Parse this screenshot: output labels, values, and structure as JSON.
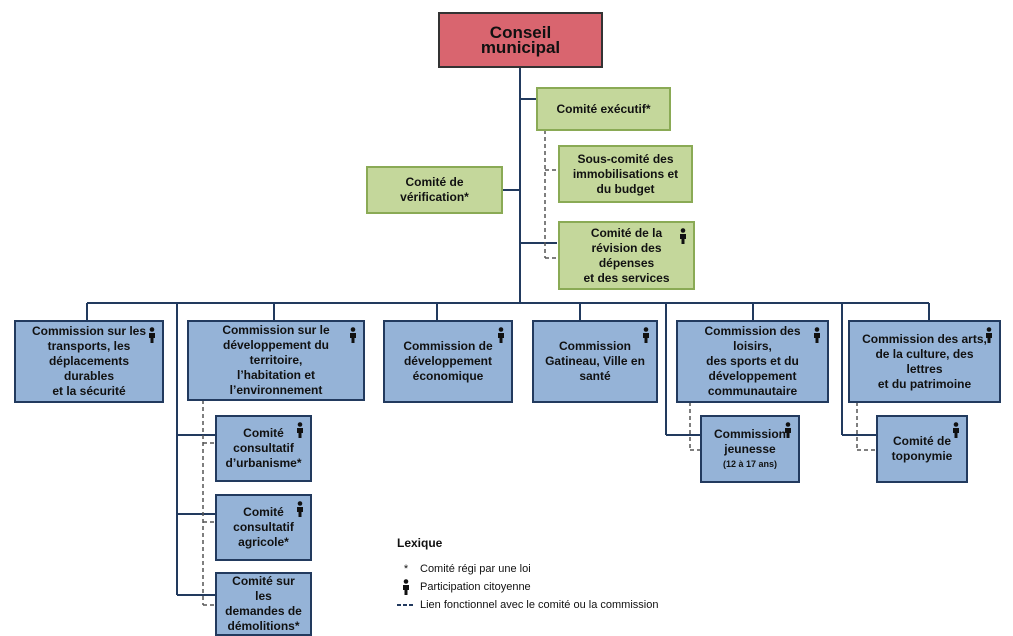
{
  "top": {
    "label": "Conseil municipal"
  },
  "executive": {
    "label": "Comité exécutif*"
  },
  "verification": {
    "label": "Comité de vérification*"
  },
  "subcommittee": {
    "lines": [
      "Sous-comité des",
      "immobilisations et",
      "du budget"
    ]
  },
  "review": {
    "lines": [
      "Comité de la",
      "révision des dépenses",
      "et des services"
    ]
  },
  "commissions": [
    {
      "lines": [
        "Commission sur les",
        "transports, les",
        "déplacements durables",
        "et la sécurité"
      ]
    },
    {
      "lines": [
        "Commission sur le",
        "développement du territoire,",
        "l’habitation et l’environnement"
      ]
    },
    {
      "lines": [
        "Commission de",
        "développement",
        "économique"
      ]
    },
    {
      "lines": [
        "Commission",
        "Gatineau, Ville en",
        "santé"
      ]
    },
    {
      "lines": [
        "Commission des loisirs,",
        "des sports et du",
        "développement",
        "communautaire"
      ]
    },
    {
      "lines": [
        "Commission des arts,",
        "de la culture, des lettres",
        "et du patrimoine"
      ]
    }
  ],
  "sub_committees": [
    {
      "lines": [
        "Comité",
        "consultatif",
        "d’urbanisme*"
      ]
    },
    {
      "lines": [
        "Comité",
        "consultatif",
        "agricole*"
      ]
    },
    {
      "lines": [
        "Comité sur les",
        "demandes de",
        "démolitions*"
      ]
    }
  ],
  "youth": {
    "lines": [
      "Commission",
      "jeunesse"
    ],
    "note": "(12 à 17 ans)"
  },
  "toponymy": {
    "lines": [
      "Comité de",
      "toponymie"
    ]
  },
  "legend": {
    "title": "Lexique",
    "items": [
      {
        "symbol": "*",
        "text": "Comité régi par une loi"
      },
      {
        "symbol": "person-icon",
        "text": "Participation citoyenne"
      },
      {
        "symbol": "dashed-line",
        "text": "Lien fonctionnel avec le comité ou la commission"
      }
    ]
  },
  "colors": {
    "council": "#d9656f",
    "committee": "#c4d79b",
    "commission": "#95b3d7",
    "line": "#223a5e"
  }
}
